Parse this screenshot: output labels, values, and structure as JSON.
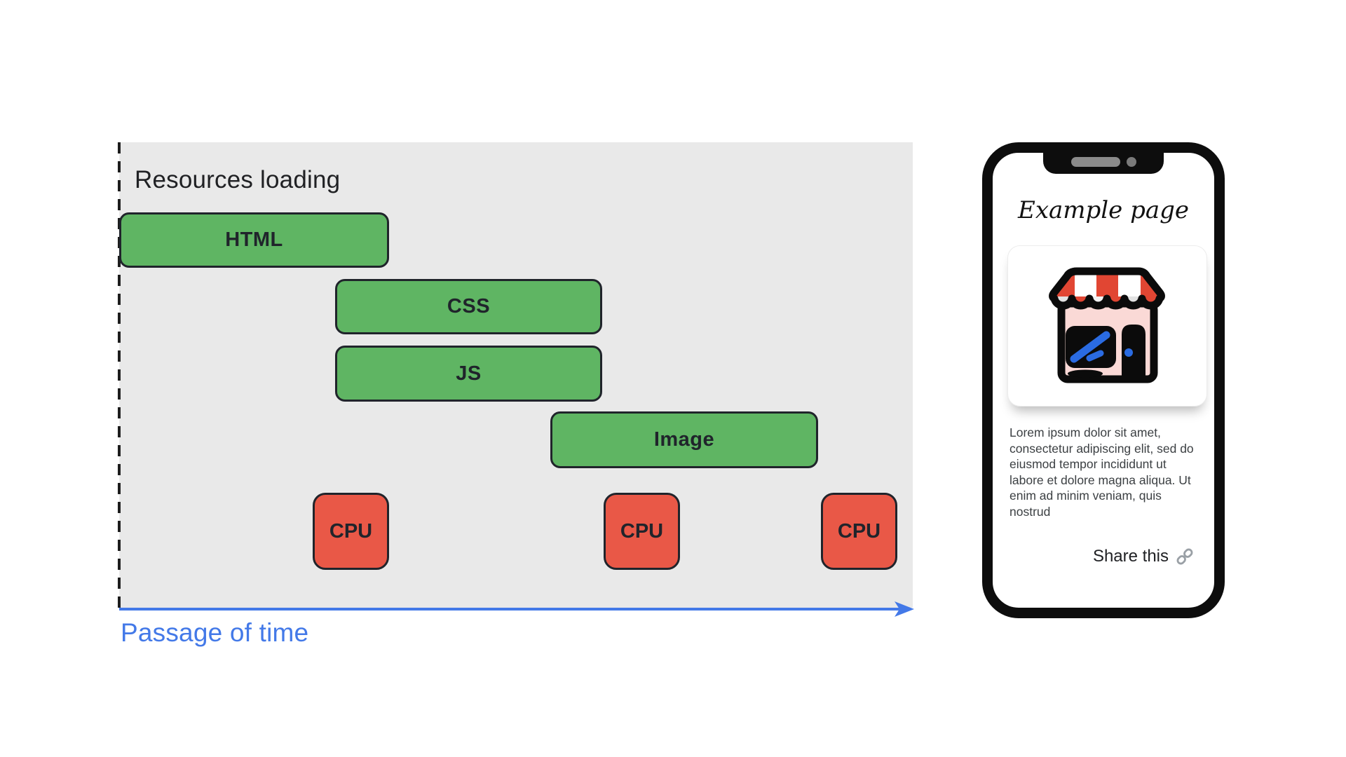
{
  "diagram": {
    "title": "Resources loading",
    "axis_label": "Passage of time",
    "bars": [
      {
        "label": "HTML"
      },
      {
        "label": "CSS"
      },
      {
        "label": "JS"
      },
      {
        "label": "Image"
      }
    ],
    "cpu_label": "CPU",
    "colors": {
      "panel_bg": "#e9e9e9",
      "bar_green": "#5fb563",
      "cpu_red": "#e95847",
      "outline": "#20242b",
      "axis_blue": "#4379e8",
      "text_dark": "#202124"
    }
  },
  "phone": {
    "page_title": "Example page",
    "body_text": "Lorem ipsum dolor sit amet,\nconsectetur adipiscing elit, sed do\neiusmod tempor incididunt ut\nlabore et dolore magna aliqua. Ut\nenim ad minim veniam, quis\nnostrud",
    "share_label": "Share this",
    "icons": {
      "store": "storefront-icon",
      "link": "link-icon"
    },
    "icon_colors": {
      "awning_red": "#e14633",
      "facade_pink": "#fad9d6",
      "glass_blue": "#2a6be2",
      "link_gray": "#9aa0a6"
    }
  }
}
